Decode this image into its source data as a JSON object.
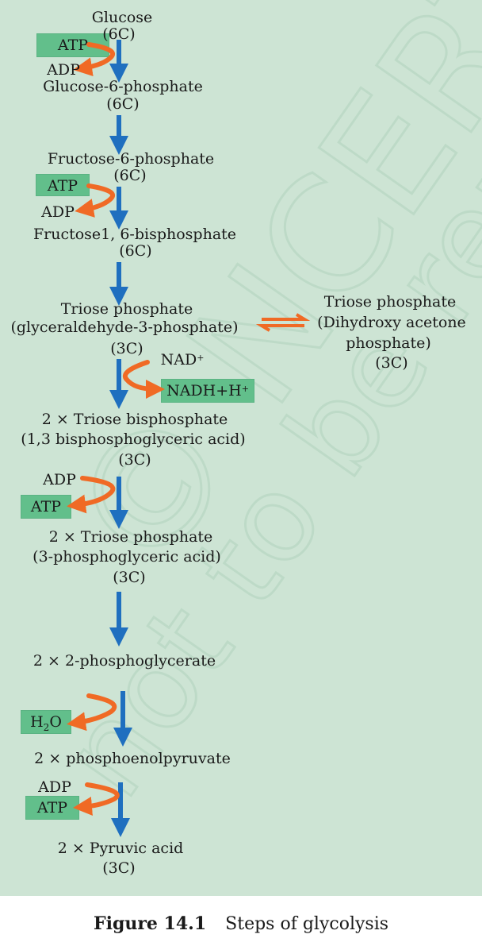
{
  "watermark": {
    "line1": "© NCERT",
    "line2": "not to be republished"
  },
  "steps": {
    "glucose": "Glucose",
    "glucose_c": "(6C)",
    "g6p": "Glucose-6-phosphate",
    "g6p_c": "(6C)",
    "f6p": "Fructose-6-phosphate",
    "f6p_c": "(6C)",
    "f16bp": "Fructose1, 6-bisphosphate",
    "f16bp_c": "(6C)",
    "triose_left_1": "Triose phosphate",
    "triose_left_2": "(glyceraldehyde-3-phosphate)",
    "triose_left_c": "(3C)",
    "triose_right_1": "Triose phosphate",
    "triose_right_2": "(Dihydroxy acetone",
    "triose_right_3": "phosphate)",
    "triose_right_c": "(3C)",
    "bisphos_1": "2 × Triose bisphosphate",
    "bisphos_2": "(1,3 bisphosphoglyceric acid)",
    "bisphos_c": "(3C)",
    "tp2_1": "2 × Triose phosphate",
    "tp2_2": "(3-phosphoglyceric acid)",
    "tp2_c": "(3C)",
    "pg2": "2 × 2-phosphoglycerate",
    "pep": "2 × phosphoenolpyruvate",
    "pyruvate": "2 × Pyruvic acid",
    "pyruvate_c": "(3C)"
  },
  "cofactors": {
    "atp": "ATP",
    "adp": "ADP",
    "nad": "NAD",
    "nad_sup": "+",
    "nadh": "NADH+H",
    "nadh_sup": "+",
    "h2o_h": "H",
    "h2o_sub": "2",
    "h2o_o": "O"
  },
  "caption": {
    "figure": "Figure 14.1",
    "text": "Steps of glycolysis"
  },
  "colors": {
    "panel": "#cde4d4",
    "main_arrow": "#1f6fbf",
    "side_arrow": "#f06a25",
    "box": "#62bf8b"
  }
}
